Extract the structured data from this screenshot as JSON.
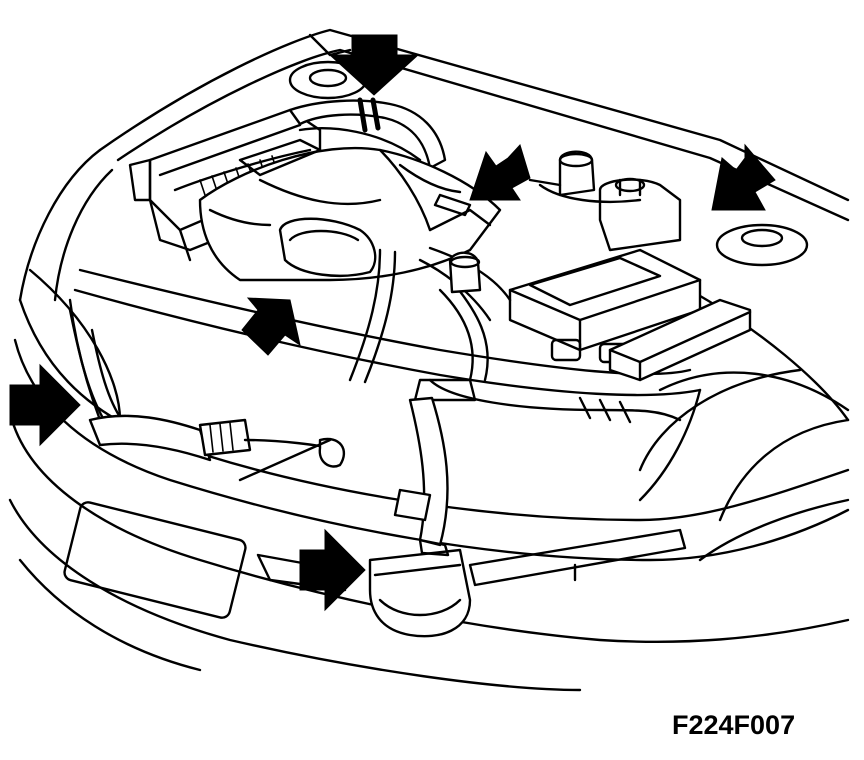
{
  "figure": {
    "code": "F224F007"
  },
  "arrows": [
    {
      "id": "arrow-top",
      "direction": "down"
    },
    {
      "id": "arrow-upper-right-center",
      "direction": "down-left"
    },
    {
      "id": "arrow-upper-right",
      "direction": "down-left"
    },
    {
      "id": "arrow-center-left",
      "direction": "up-right"
    },
    {
      "id": "arrow-left",
      "direction": "right"
    },
    {
      "id": "arrow-lower",
      "direction": "right"
    }
  ],
  "colors": {
    "line": "#000000",
    "background": "#ffffff"
  }
}
